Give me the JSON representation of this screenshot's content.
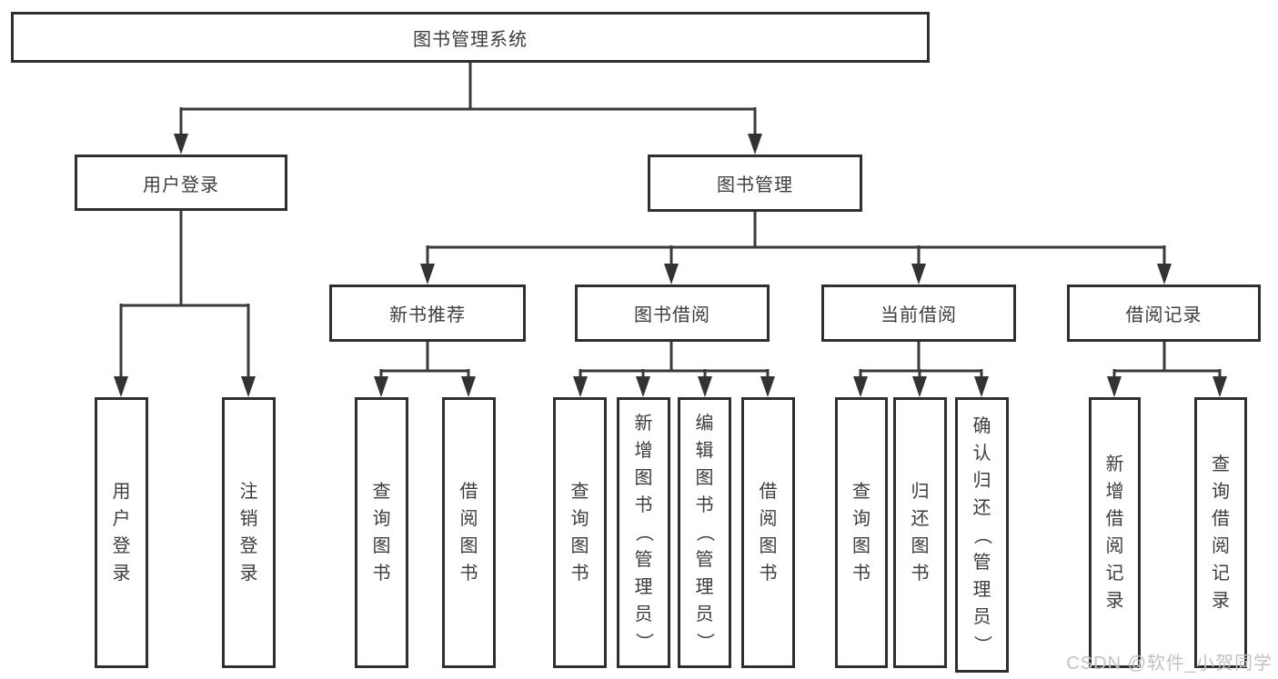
{
  "tree": {
    "root": {
      "label": "图书管理系统"
    },
    "branches": [
      {
        "label": "用户登录",
        "children": [
          "用户登录",
          "注销登录"
        ]
      },
      {
        "label": "图书管理",
        "sections": [
          {
            "label": "新书推荐",
            "children": [
              "查询图书",
              "借阅图书"
            ]
          },
          {
            "label": "图书借阅",
            "children": [
              "查询图书",
              "新增图书（管理员）",
              "编辑图书（管理员）",
              "借阅图书"
            ]
          },
          {
            "label": "当前借阅",
            "children": [
              "查询图书",
              "归还图书",
              "确认归还（管理员）"
            ]
          },
          {
            "label": "借阅记录",
            "children": [
              "新增借阅记录",
              "查询借阅记录"
            ]
          }
        ]
      }
    ]
  },
  "watermark": {
    "text": "CSDN @软件_小贺同学",
    "color": "#c2c2c2"
  },
  "colors": {
    "line": "#3a3a3a",
    "border": "#2f2f2f",
    "text": "#3d3d3d",
    "background": "#ffffff"
  }
}
